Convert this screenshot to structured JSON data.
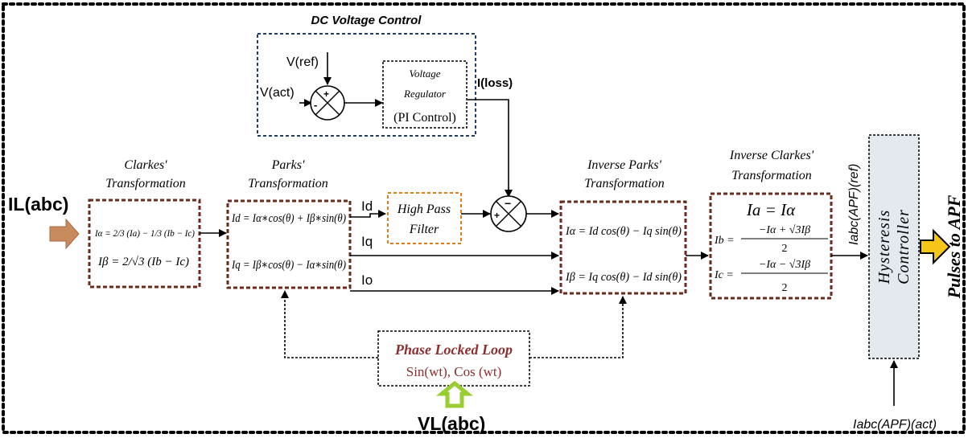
{
  "colors": {
    "frame": "#000000",
    "block_border": "#6b2a1e",
    "dc_border": "#1f3f66",
    "hpf_border": "#e07b1a",
    "pll_title": "#8b2f2f",
    "pll_sub": "#8b2f2f",
    "input_arrow": "#c98a5e",
    "v_arrow": "#9acd32",
    "out_arrow": "#f5c518",
    "hyst_fill": "#e4e9ef"
  },
  "dc": {
    "title": "DC Voltage Control",
    "vref": "V(ref)",
    "vact": "V(act)",
    "plus": "+",
    "minus": "-",
    "reg_line1": "Voltage",
    "reg_line2": "Regulator",
    "reg_line3": "(PI Control)",
    "iloss": "I(loss)"
  },
  "clarke": {
    "title1": "Clarkes'",
    "title2": "Transformation",
    "eq1": "Iα = 2/3 (Ia) − 1/3 (Ib − Ic)",
    "eq2": "Iβ = 2/√3 (Ib − Ic)"
  },
  "park": {
    "title1": "Parks'",
    "title2": "Transformation",
    "eq1": "Id = Iα∗cos(θ) + Iβ∗sin(θ)",
    "eq2": "Iq = Iβ∗cos(θ) − Iα∗sin(θ)"
  },
  "signals": {
    "id": "Id",
    "iq": "Iq",
    "io": "Io"
  },
  "hpf": {
    "line1": "High Pass",
    "line2": "Filter"
  },
  "sum2": {
    "minus": "−",
    "plus": "+"
  },
  "inv_park": {
    "title1": "Inverse Parks'",
    "title2": "Transformation",
    "eq1": "Iα = Id cos(θ) − Iq sin(θ)",
    "eq2": "Iβ = Iq cos(θ) − Id sin(θ)"
  },
  "inv_clarke": {
    "title1": "Inverse Clarkes'",
    "title2": "Transformation",
    "eq1": "Ia = Iα",
    "eq2_lhs": "Ib =",
    "eq2_num": "−Iα + √3Iβ",
    "eq2_den": "2",
    "eq3_lhs": "Ic =",
    "eq3_num": "−Iα − √3Iβ",
    "eq3_den": "2"
  },
  "pll": {
    "title": "Phase Locked Loop",
    "sub": "Sin(wt), Cos (wt)"
  },
  "inputs": {
    "il": "IL(abc)",
    "vl": "VL(abc)"
  },
  "hysteresis": {
    "line1": "Hysteresis",
    "line2": "Controller",
    "ref_label": "Iabc(APF)(ref)",
    "act_label": "Iabc(APF)(act)"
  },
  "output": {
    "label": "Pulses to APF"
  }
}
